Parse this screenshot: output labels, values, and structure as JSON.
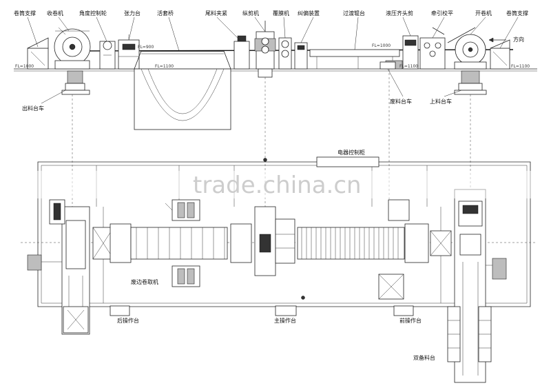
{
  "top_labels": {
    "reel_support_left": "卷筒支撑",
    "recoiler": "收卷机",
    "edge_guide_wheel": "角度控制轮",
    "tension_stand": "张力台",
    "looper_bridge": "活套桥",
    "tail_clamp": "尾料夹紧",
    "slitter": "纵剪机",
    "film_coater": "覆膜机",
    "edge_control": "纠偏装置",
    "transition_table": "过渡辊台",
    "hydraulic_shear": "液压齐头剪",
    "pinch_leveler": "牵引校平",
    "uncoiler": "开卷机",
    "reel_support_right": "卷筒支撑"
  },
  "side_labels": {
    "exit_coil_car": "出料台车",
    "scrap_car": "废料台车",
    "entry_coil_car": "上料台车",
    "direction": "方向"
  },
  "plan_labels": {
    "electrical_cabinet": "电器控制柜",
    "scrap_winder": "废边卷取机",
    "rear_console": "后操作台",
    "main_console": "主操作台",
    "front_console": "前操作台",
    "double_coil_table": "双备料台"
  },
  "dimension_labels": {
    "d1": "FL=1000",
    "d2": "FL=900",
    "d3": "FL=1100",
    "d4": "FL=1000",
    "d5": "FL=1100",
    "d6": "FL=1100"
  },
  "watermark": "trade.china.cn"
}
